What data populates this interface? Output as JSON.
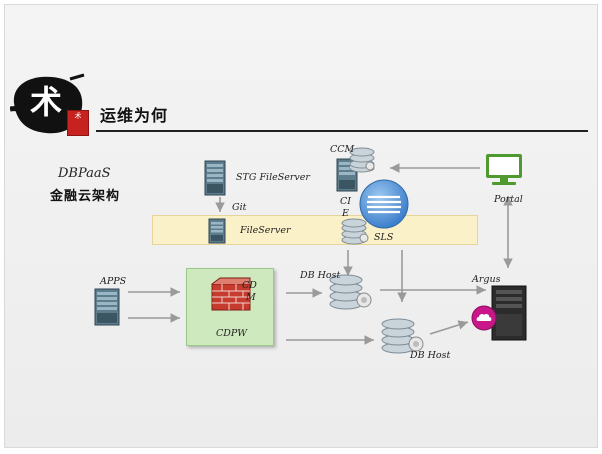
{
  "header": {
    "logo_char": "术",
    "seal_text": "术",
    "title": "运维为何"
  },
  "subtitle": {
    "line1": "DBPaaS",
    "line2": "金融云架构"
  },
  "nodes": {
    "stg_fileserver": "STG FileServer",
    "git": "Git",
    "fileserver": "FileServer",
    "ccm": "CCM",
    "cie_c": "CI",
    "cie_e": "E",
    "sls": "SLS",
    "portal": "Portal",
    "apps": "APPS",
    "cdm_1": "CD",
    "cdm_2": "M",
    "cdpw": "CDPW",
    "db_host_1": "DB Host",
    "db_host_2": "DB Host",
    "argus": "Argus"
  },
  "colors": {
    "band": "#fbf1c8",
    "cdpw_box": "#cfe9bf",
    "portal_monitor": "#4e9a2f",
    "cie_circle": "#4a8fd6",
    "argus_badge": "#c9178a",
    "firewall": "#c73b2f"
  }
}
